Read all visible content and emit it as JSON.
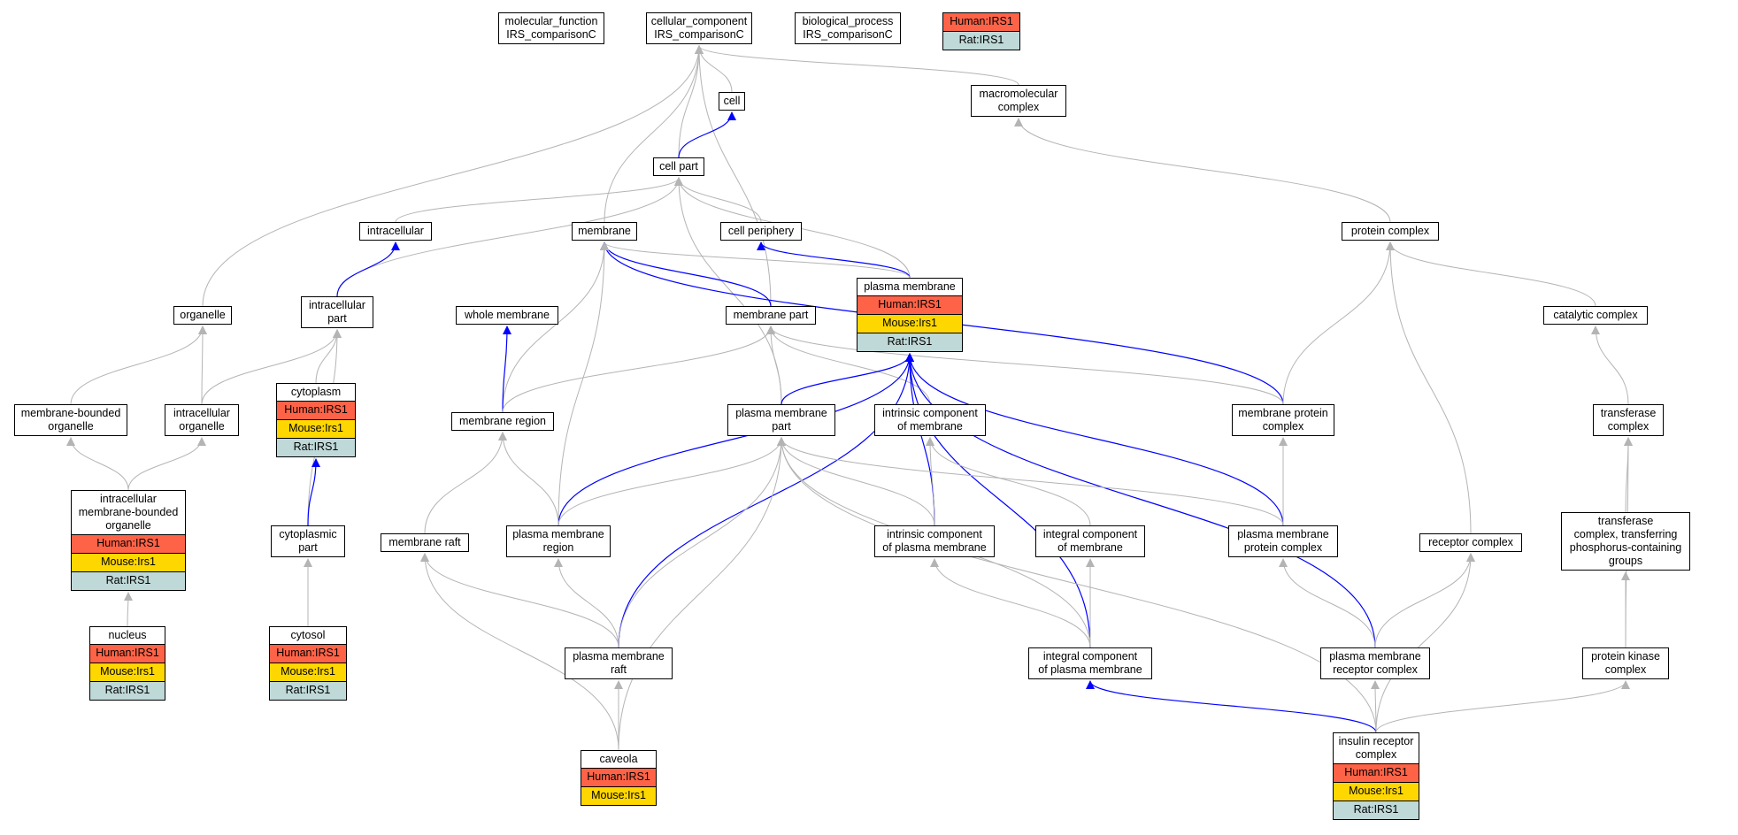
{
  "title_nodes": [
    {
      "id": "mf",
      "label": "molecular_function\nIRS_comparisonC"
    },
    {
      "id": "cc",
      "label": "cellular_component\nIRS_comparisonC"
    },
    {
      "id": "bp",
      "label": "biological_process\nIRS_comparisonC"
    }
  ],
  "legend": [
    {
      "label": "Human:IRS1",
      "color": "#ff6347"
    },
    {
      "label": "Rat:IRS1",
      "color": "#bfd8d8"
    }
  ],
  "colors": {
    "human": "#ff6347",
    "mouse": "#ffd700",
    "rat": "#bfd8d8",
    "is_a_edge": "#b4b4b4",
    "part_of_edge": "#0000ff"
  },
  "nodes": [
    {
      "id": "cell",
      "label": "cell",
      "ann": []
    },
    {
      "id": "macro",
      "label": "macromolecular\ncomplex",
      "ann": []
    },
    {
      "id": "cellpart",
      "label": "cell part",
      "ann": []
    },
    {
      "id": "intracellular",
      "label": "intracellular",
      "ann": []
    },
    {
      "id": "membrane",
      "label": "membrane",
      "ann": []
    },
    {
      "id": "cellperiph",
      "label": "cell periphery",
      "ann": []
    },
    {
      "id": "plasmamem",
      "label": "plasma membrane",
      "ann": [
        "Human:IRS1",
        "Mouse:Irs1",
        "Rat:IRS1"
      ]
    },
    {
      "id": "proteincomplex",
      "label": "protein complex",
      "ann": []
    },
    {
      "id": "organelle",
      "label": "organelle",
      "ann": []
    },
    {
      "id": "intrapart",
      "label": "intracellular\npart",
      "ann": []
    },
    {
      "id": "wholemem",
      "label": "whole membrane",
      "ann": []
    },
    {
      "id": "mempart",
      "label": "membrane part",
      "ann": []
    },
    {
      "id": "catalytic",
      "label": "catalytic complex",
      "ann": []
    },
    {
      "id": "mbo",
      "label": "membrane-bounded\norganelle",
      "ann": []
    },
    {
      "id": "intraorg",
      "label": "intracellular\norganelle",
      "ann": []
    },
    {
      "id": "cytoplasm",
      "label": "cytoplasm",
      "ann": [
        "Human:IRS1",
        "Mouse:Irs1",
        "Rat:IRS1"
      ]
    },
    {
      "id": "memregion",
      "label": "membrane region",
      "ann": []
    },
    {
      "id": "pmpart",
      "label": "plasma membrane\npart",
      "ann": []
    },
    {
      "id": "intrinsic",
      "label": "intrinsic component\nof membrane",
      "ann": []
    },
    {
      "id": "mpc",
      "label": "membrane protein\ncomplex",
      "ann": []
    },
    {
      "id": "transferase",
      "label": "transferase\ncomplex",
      "ann": []
    },
    {
      "id": "imbo",
      "label": "intracellular\nmembrane-bounded\norganelle",
      "ann": [
        "Human:IRS1",
        "Mouse:Irs1",
        "Rat:IRS1"
      ]
    },
    {
      "id": "cytopart",
      "label": "cytoplasmic\npart",
      "ann": []
    },
    {
      "id": "memraft",
      "label": "membrane raft",
      "ann": []
    },
    {
      "id": "pmregion",
      "label": "plasma membrane\nregion",
      "ann": []
    },
    {
      "id": "intrinsicpm",
      "label": "intrinsic component\nof plasma membrane",
      "ann": []
    },
    {
      "id": "integral",
      "label": "integral component\nof membrane",
      "ann": []
    },
    {
      "id": "pmpc",
      "label": "plasma membrane\nprotein complex",
      "ann": []
    },
    {
      "id": "receptor",
      "label": "receptor complex",
      "ann": []
    },
    {
      "id": "transphos",
      "label": "transferase\ncomplex, transferring\nphosphorus-containing\ngroups",
      "ann": []
    },
    {
      "id": "nucleus",
      "label": "nucleus",
      "ann": [
        "Human:IRS1",
        "Mouse:Irs1",
        "Rat:IRS1"
      ]
    },
    {
      "id": "cytosol",
      "label": "cytosol",
      "ann": [
        "Human:IRS1",
        "Mouse:Irs1",
        "Rat:IRS1"
      ]
    },
    {
      "id": "pmraft",
      "label": "plasma membrane\nraft",
      "ann": []
    },
    {
      "id": "integralpm",
      "label": "integral component\nof plasma membrane",
      "ann": []
    },
    {
      "id": "pmrc",
      "label": "plasma membrane\nreceptor complex",
      "ann": []
    },
    {
      "id": "pkc",
      "label": "protein kinase\ncomplex",
      "ann": []
    },
    {
      "id": "caveola",
      "label": "caveola",
      "ann": [
        "Human:IRS1",
        "Mouse:Irs1"
      ]
    },
    {
      "id": "irc",
      "label": "insulin receptor\ncomplex",
      "ann": [
        "Human:IRS1",
        "Mouse:Irs1",
        "Rat:IRS1"
      ]
    }
  ],
  "edges": [
    [
      "organelle",
      "cc",
      "is_a"
    ],
    [
      "cellpart",
      "cc",
      "is_a"
    ],
    [
      "membrane",
      "cc",
      "is_a"
    ],
    [
      "cell",
      "cc",
      "is_a"
    ],
    [
      "macro",
      "cc",
      "is_a"
    ],
    [
      "mempart",
      "cc",
      "is_a"
    ],
    [
      "cellpart",
      "cell",
      "part_of"
    ],
    [
      "intracellular",
      "cellpart",
      "is_a"
    ],
    [
      "intrapart",
      "cellpart",
      "is_a"
    ],
    [
      "cellperiph",
      "cellpart",
      "is_a"
    ],
    [
      "plasmamem",
      "cellpart",
      "is_a"
    ],
    [
      "pmpart",
      "cellpart",
      "is_a"
    ],
    [
      "proteincomplex",
      "macro",
      "is_a"
    ],
    [
      "intrapart",
      "intracellular",
      "part_of"
    ],
    [
      "plasmamem",
      "cellperiph",
      "part_of"
    ],
    [
      "plasmamem",
      "membrane",
      "is_a"
    ],
    [
      "mempart",
      "membrane",
      "part_of"
    ],
    [
      "mpc",
      "membrane",
      "part_of"
    ],
    [
      "memregion",
      "membrane",
      "is_a"
    ],
    [
      "pmregion",
      "membrane",
      "is_a"
    ],
    [
      "memregion",
      "wholemem",
      "part_of"
    ],
    [
      "mpc",
      "mempart",
      "is_a"
    ],
    [
      "pmpart",
      "mempart",
      "is_a"
    ],
    [
      "intrinsic",
      "mempart",
      "is_a"
    ],
    [
      "memregion",
      "mempart",
      "is_a"
    ],
    [
      "pmpart",
      "plasmamem",
      "part_of"
    ],
    [
      "pmregion",
      "plasmamem",
      "part_of"
    ],
    [
      "pmraft",
      "plasmamem",
      "part_of"
    ],
    [
      "intrinsicpm",
      "plasmamem",
      "part_of"
    ],
    [
      "integralpm",
      "plasmamem",
      "part_of"
    ],
    [
      "pmpc",
      "plasmamem",
      "part_of"
    ],
    [
      "pmrc",
      "plasmamem",
      "part_of"
    ],
    [
      "catalytic",
      "proteincomplex",
      "is_a"
    ],
    [
      "mpc",
      "proteincomplex",
      "is_a"
    ],
    [
      "receptor",
      "proteincomplex",
      "is_a"
    ],
    [
      "mbo",
      "organelle",
      "is_a"
    ],
    [
      "intraorg",
      "organelle",
      "is_a"
    ],
    [
      "intraorg",
      "intrapart",
      "is_a"
    ],
    [
      "cytoplasm",
      "intrapart",
      "is_a"
    ],
    [
      "cytopart",
      "intrapart",
      "is_a"
    ],
    [
      "transferase",
      "catalytic",
      "is_a"
    ],
    [
      "imbo",
      "mbo",
      "is_a"
    ],
    [
      "imbo",
      "intraorg",
      "is_a"
    ],
    [
      "cytopart",
      "cytoplasm",
      "part_of"
    ],
    [
      "memraft",
      "memregion",
      "is_a"
    ],
    [
      "pmregion",
      "memregion",
      "is_a"
    ],
    [
      "pmregion",
      "pmpart",
      "is_a"
    ],
    [
      "pmraft",
      "pmpart",
      "is_a"
    ],
    [
      "intrinsicpm",
      "pmpart",
      "is_a"
    ],
    [
      "pmpc",
      "pmpart",
      "is_a"
    ],
    [
      "integralpm",
      "pmpart",
      "is_a"
    ],
    [
      "irc",
      "pmpart",
      "is_a"
    ],
    [
      "intrinsicpm",
      "intrinsic",
      "is_a"
    ],
    [
      "integral",
      "intrinsic",
      "is_a"
    ],
    [
      "pmpc",
      "mpc",
      "is_a"
    ],
    [
      "transphos",
      "transferase",
      "is_a"
    ],
    [
      "pkc",
      "transferase",
      "is_a"
    ],
    [
      "nucleus",
      "imbo",
      "is_a"
    ],
    [
      "cytosol",
      "cytopart",
      "is_a"
    ],
    [
      "pmraft",
      "memraft",
      "is_a"
    ],
    [
      "caveola",
      "memraft",
      "is_a"
    ],
    [
      "pmraft",
      "pmregion",
      "is_a"
    ],
    [
      "integralpm",
      "intrinsicpm",
      "is_a"
    ],
    [
      "integralpm",
      "integral",
      "is_a"
    ],
    [
      "pmrc",
      "pmpc",
      "is_a"
    ],
    [
      "pmrc",
      "receptor",
      "is_a"
    ],
    [
      "irc",
      "receptor",
      "is_a"
    ],
    [
      "pkc",
      "transphos",
      "is_a"
    ],
    [
      "caveola",
      "pmraft",
      "is_a"
    ],
    [
      "caveola",
      "pmpart",
      "is_a"
    ],
    [
      "irc",
      "integralpm",
      "part_of"
    ],
    [
      "irc",
      "pmrc",
      "is_a"
    ],
    [
      "irc",
      "pkc",
      "is_a"
    ]
  ]
}
